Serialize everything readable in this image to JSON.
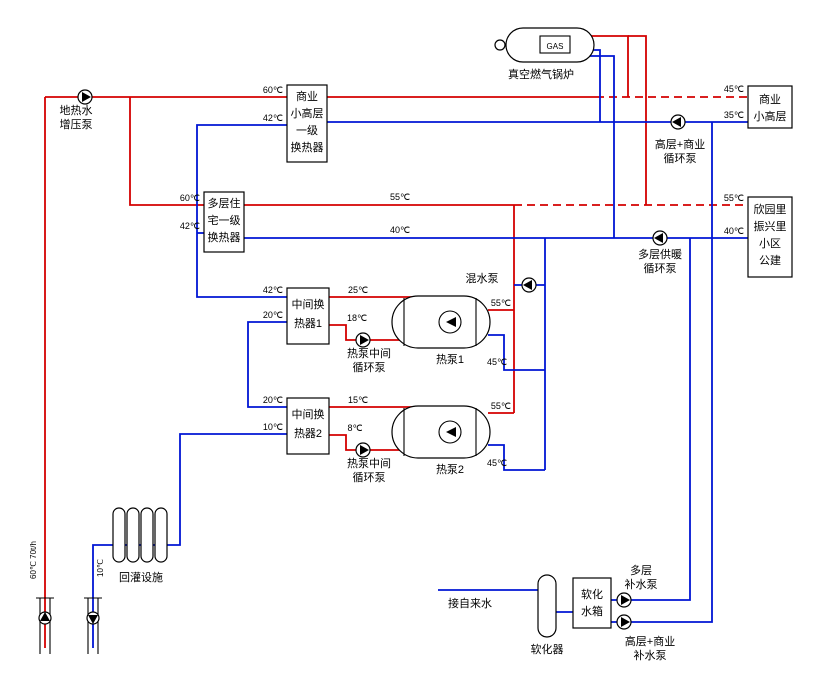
{
  "colors": {
    "supply": "#d40000",
    "return": "#0016d4"
  },
  "boiler": {
    "label": "真空燃气锅炉",
    "tag": "GAS"
  },
  "boxes": {
    "hx_commercial": [
      "商业",
      "小高层",
      "一级",
      "换热器"
    ],
    "commercial_load": [
      "商业",
      "小高层"
    ],
    "hx_residential": [
      "多层住",
      "宅一级",
      "换热器"
    ],
    "residential_load": [
      "欣园里",
      "振兴里",
      "小区",
      "公建"
    ],
    "ihx1": [
      "中间换",
      "热器1"
    ],
    "ihx2": [
      "中间换",
      "热器2"
    ],
    "soft_tank": [
      "软化",
      "水箱"
    ]
  },
  "labels": {
    "geo_pump": [
      "地热水",
      "增压泵"
    ],
    "hc_circ_pump": [
      "高层+商业",
      "循环泵"
    ],
    "multi_circ_pump": [
      "多层供暖",
      "循环泵"
    ],
    "mix_pump": "混水泵",
    "hp_loop_pump1": [
      "热泵中间",
      "循环泵"
    ],
    "hp_loop_pump2": [
      "热泵中间",
      "循环泵"
    ],
    "hp1": "热泵1",
    "hp2": "热泵2",
    "reinjection": "回灌设施",
    "tap_water": "接自来水",
    "softener": "软化器",
    "mk_multi_pump": [
      "多层",
      "补水泵"
    ],
    "mk_hc_pump": [
      "高层+商业",
      "补水泵"
    ],
    "well_production": "60℃ 70t/h",
    "well_reinjection": "10℃"
  },
  "temps": {
    "hx1_in": "60℃",
    "hx1_out": "42℃",
    "com_supply": "45℃",
    "com_return": "35℃",
    "hx2_in": "60℃",
    "hx2_out": "42℃",
    "multi_supply": "55℃",
    "multi_return": "40℃",
    "multi_supply_r": "55℃",
    "multi_return_r": "40℃",
    "ihx1_in": "42℃",
    "ihx1_ret": "20℃",
    "ihx1_sup2": "25℃",
    "ihx1_ret2": "18℃",
    "hp1_sup": "55℃",
    "hp1_ret": "45℃",
    "ihx2_in": "20℃",
    "ihx2_ret": "10℃",
    "ihx2_sup2": "15℃",
    "ihx2_ret2": "8℃",
    "hp2_sup": "55℃",
    "hp2_ret": "45℃"
  }
}
